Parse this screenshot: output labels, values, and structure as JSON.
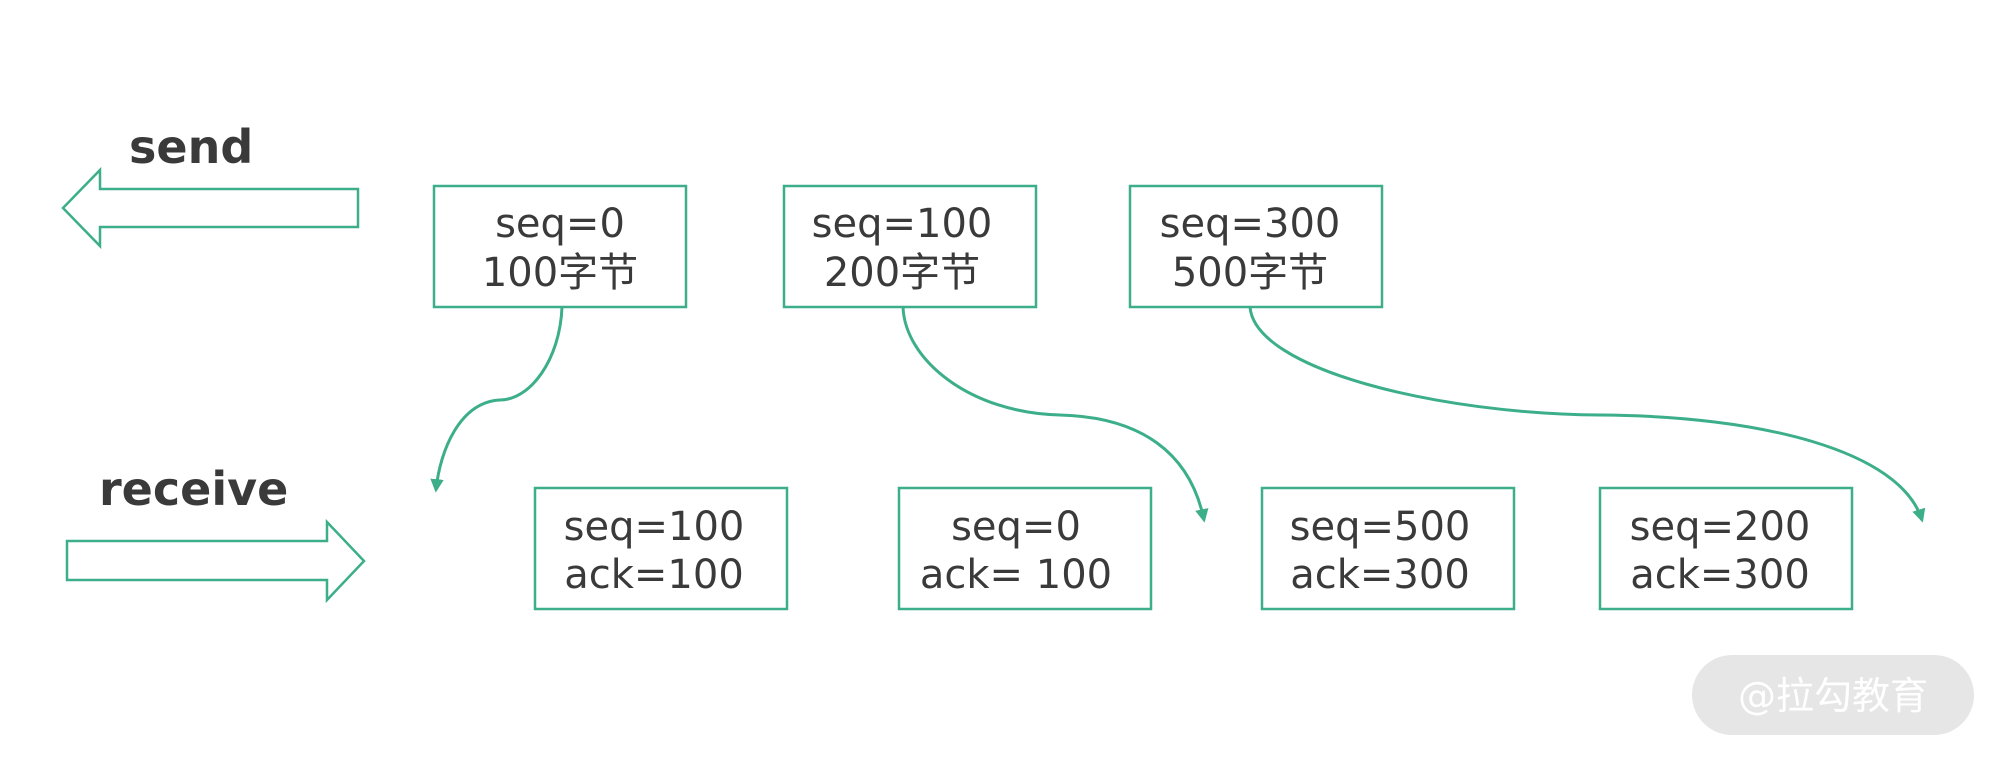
{
  "colors": {
    "accent": "#3cae8a",
    "text": "#3a3a3a",
    "watermark_bg": "#e6e6e6",
    "watermark_text": "#ffffff"
  },
  "labels": {
    "send": "send",
    "receive": "receive"
  },
  "send_packets": [
    {
      "line1": "seq=0",
      "line2": "100字节"
    },
    {
      "line1": "seq=100",
      "line2": "200字节"
    },
    {
      "line1": "seq=300",
      "line2": "500字节"
    }
  ],
  "receive_packets": [
    {
      "line1": "seq=100",
      "line2": "ack=100"
    },
    {
      "line1": "seq=0",
      "line2": "ack= 100"
    },
    {
      "line1": "seq=500",
      "line2": "ack=300"
    },
    {
      "line1": "seq=200",
      "line2": "ack=300"
    }
  ],
  "watermark": "@拉勾教育"
}
